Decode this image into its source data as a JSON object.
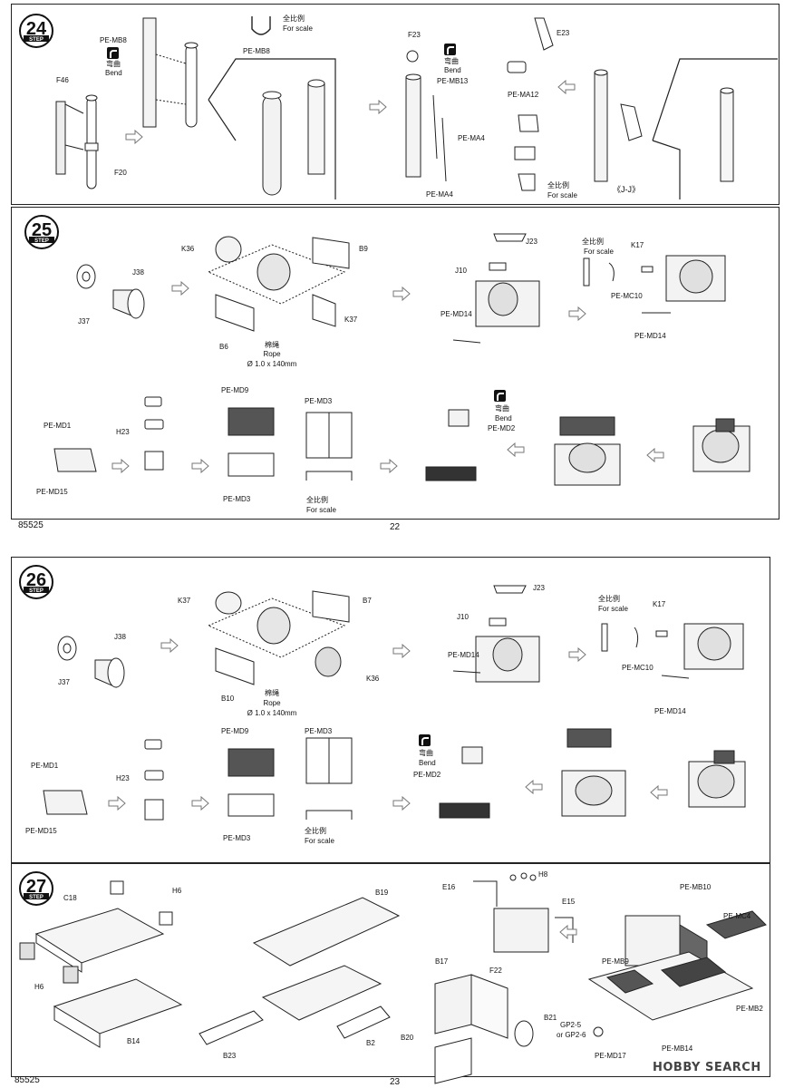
{
  "page22": {
    "kit_number": "85525",
    "page_number": "22",
    "step24": {
      "step_number": "24",
      "step_word": "STEP",
      "labels": {
        "pe_mb8_top": "PE-MB8",
        "bend_cn_1": "弯曲",
        "bend_en_1": "Bend",
        "f46": "F46",
        "f20": "F20",
        "scale_cn_1": "全比例",
        "scale_en_1": "For scale",
        "pe_mb8_scale": "PE-MB8",
        "f23": "F23",
        "bend_cn_2": "弯曲",
        "bend_en_2": "Bend",
        "pe_mb13": "PE-MB13",
        "pe_ma4_a": "PE-MA4",
        "pe_ma4_b": "PE-MA4",
        "e23": "E23",
        "pe_ma12": "PE-MA12",
        "scale_cn_2": "全比例",
        "scale_en_2": "For scale",
        "jj": "《J-J》"
      }
    },
    "step25": {
      "step_number": "25",
      "step_word": "STEP",
      "labels": {
        "j38": "J38",
        "j37": "J37",
        "k36": "K36",
        "b9": "B9",
        "k37": "K37",
        "b6": "B6",
        "rope_cn": "棉绳",
        "rope_en": "Rope",
        "rope_size": "Ø 1.0 x 140mm",
        "j23": "J23",
        "j10": "J10",
        "pe_md14_a": "PE-MD14",
        "scale_cn": "全比例",
        "scale_en": "For scale",
        "k17": "K17",
        "pe_mc10": "PE-MC10",
        "pe_md14_b": "PE-MD14",
        "pe_md1": "PE-MD1",
        "pe_md15": "PE-MD15",
        "h23": "H23",
        "pe_md9": "PE-MD9",
        "pe_md3_a": "PE-MD3",
        "pe_md3_b": "PE-MD3",
        "scale_cn_2": "全比例",
        "scale_en_2": "For scale",
        "bend_cn": "弯曲",
        "bend_en": "Bend",
        "pe_md2": "PE-MD2"
      }
    }
  },
  "page23": {
    "kit_number": "85525",
    "page_number": "23",
    "step26": {
      "step_number": "26",
      "step_word": "STEP",
      "labels": {
        "k37": "K37",
        "b7": "B7",
        "j38": "J38",
        "j37": "J37",
        "b10": "B10",
        "rope_cn": "棉绳",
        "rope_en": "Rope",
        "rope_size": "Ø 1.0 x 140mm",
        "k36": "K36",
        "j23": "J23",
        "j10": "J10",
        "pe_md14_a": "PE-MD14",
        "scale_cn": "全比例",
        "scale_en": "For scale",
        "k17": "K17",
        "pe_mc10": "PE-MC10",
        "pe_md14_b": "PE-MD14",
        "pe_md1": "PE-MD1",
        "pe_md15": "PE-MD15",
        "h23": "H23",
        "pe_md9": "PE-MD9",
        "pe_md3_a": "PE-MD3",
        "pe_md3_b": "PE-MD3",
        "scale_cn_2": "全比例",
        "scale_en_2": "For scale",
        "bend_cn": "弯曲",
        "bend_en": "Bend",
        "pe_md2": "PE-MD2"
      }
    },
    "step27": {
      "step_number": "27",
      "step_word": "STEP",
      "labels": {
        "c18": "C18",
        "h6_a": "H6",
        "h6_b": "H6",
        "b14": "B14",
        "b19": "B19",
        "b23": "B23",
        "b2": "B2",
        "e16": "E16",
        "h8": "H8",
        "e15": "E15",
        "b17": "B17",
        "f22": "F22",
        "b21": "B21",
        "b20": "B20",
        "pe_mb10": "PE-MB10",
        "pe_mc4": "PE-MC4",
        "pe_mb9": "PE-MB9",
        "pe_mb2": "PE-MB2",
        "gp": "GP2-5",
        "gp_or": "or GP2-6",
        "pe_mb14": "PE-MB14",
        "pe_md17": "PE-MD17"
      }
    },
    "watermark": "HOBBY SEARCH"
  }
}
